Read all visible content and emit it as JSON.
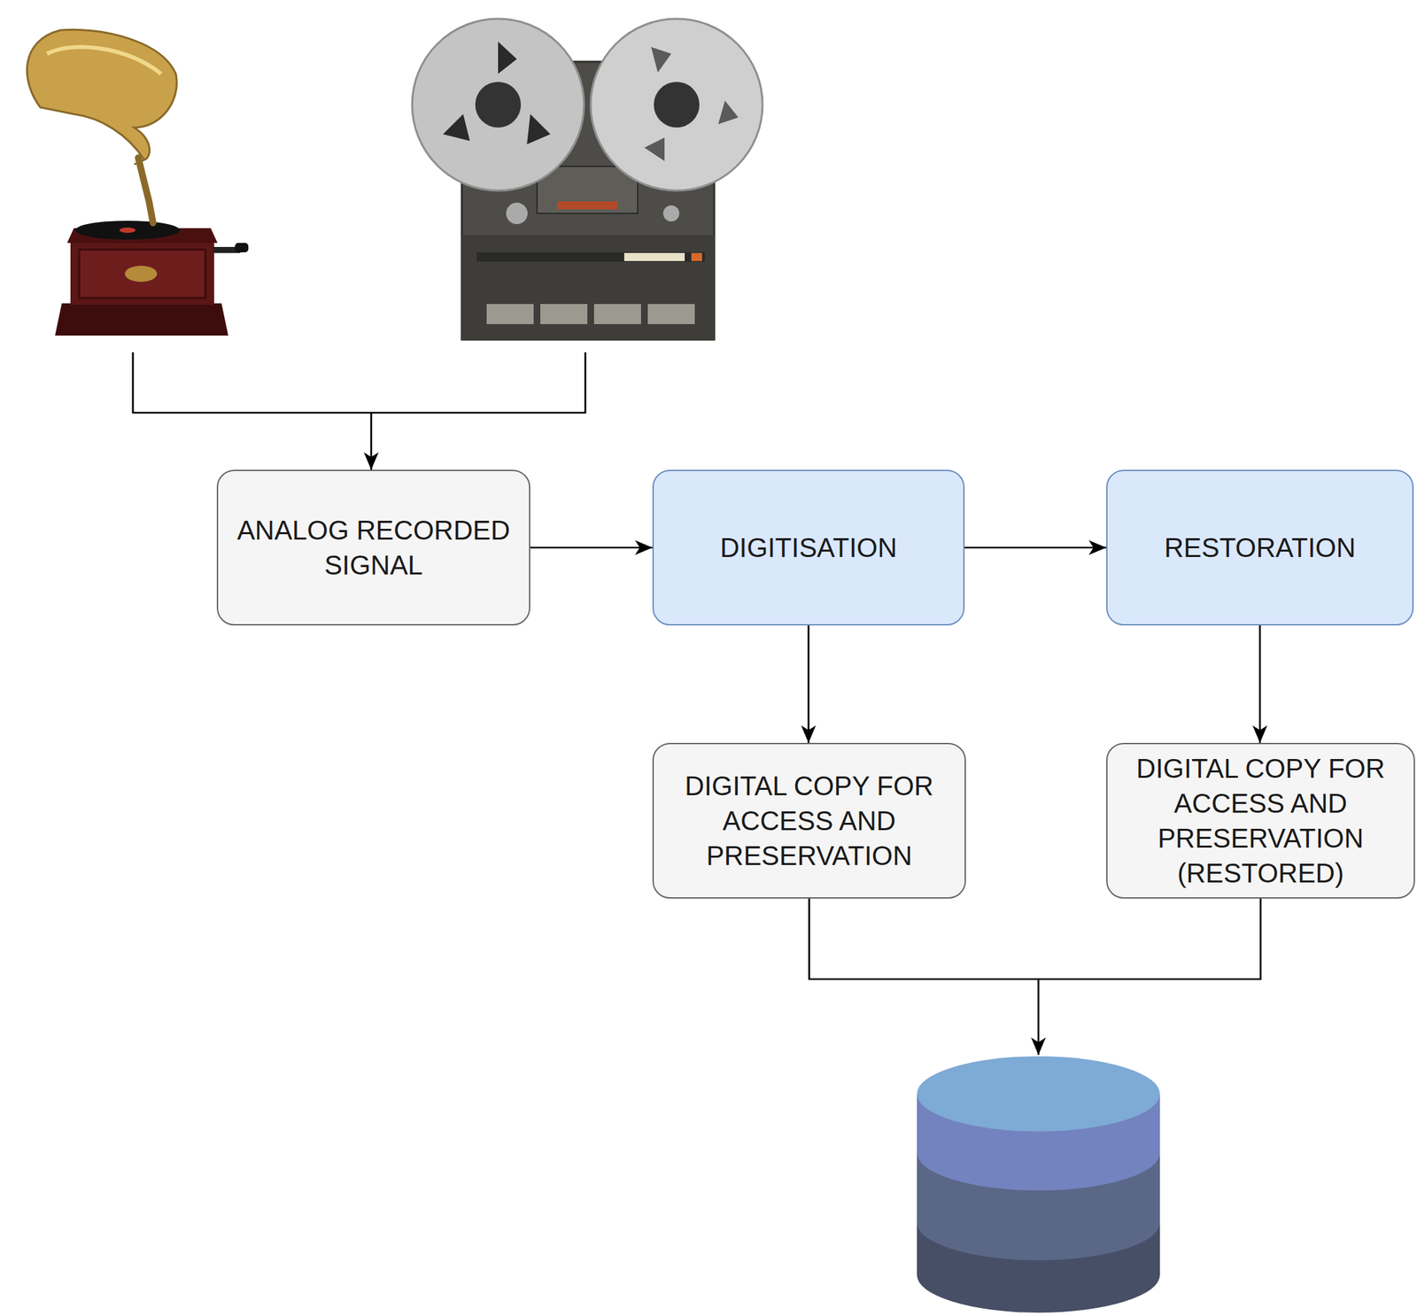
{
  "diagram": {
    "nodes": [
      {
        "text": [
          "ANALOG RECORDED SIGNAL"
        ]
      },
      {
        "text": [
          "DIGITISATION"
        ]
      },
      {
        "text": [
          "RESTORATION"
        ]
      },
      {
        "text": [
          "DIGITAL COPY FOR ACCESS AND PRESERVATION"
        ]
      },
      {
        "text": [
          "DIGITAL COPY FOR ACCESS AND PRESERVATION (RESTORED)"
        ]
      }
    ],
    "edges": [
      {
        "from": 0,
        "to": 1,
        "arrow": "to"
      },
      {
        "from": 1,
        "to": 2,
        "arrow": "to"
      },
      {
        "from": 1,
        "to": 3,
        "arrow": "to"
      },
      {
        "from": 2,
        "to": 4,
        "arrow": "to"
      }
    ]
  }
}
